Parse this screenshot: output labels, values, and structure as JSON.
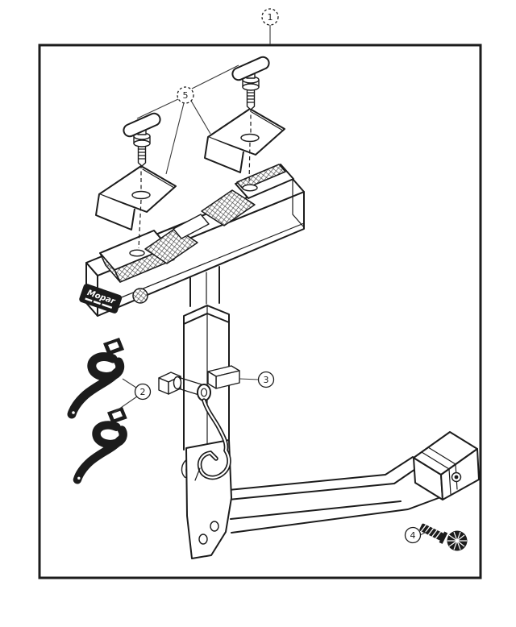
{
  "labels": {
    "brand": "Mopar"
  },
  "callouts": [
    {
      "number": "1",
      "style": "dashed"
    },
    {
      "number": "2",
      "style": "solid"
    },
    {
      "number": "3",
      "style": "solid"
    },
    {
      "number": "4",
      "style": "solid"
    },
    {
      "number": "5",
      "style": "dashed"
    }
  ],
  "colors": {
    "ink": "#1c1c1c",
    "paper": "#ffffff"
  }
}
